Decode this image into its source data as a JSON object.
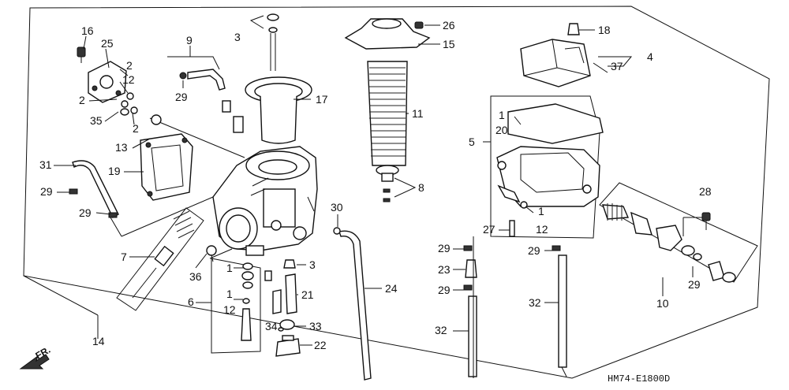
{
  "diagram": {
    "code": "HM74-E1800D",
    "direction_label": "FR.",
    "callouts": [
      {
        "id": "c16",
        "text": "16"
      },
      {
        "id": "c25",
        "text": "25"
      },
      {
        "id": "c2a",
        "text": "2"
      },
      {
        "id": "c12a",
        "text": "12"
      },
      {
        "id": "c2b",
        "text": "2"
      },
      {
        "id": "c35",
        "text": "35"
      },
      {
        "id": "c2c",
        "text": "2"
      },
      {
        "id": "c9",
        "text": "9"
      },
      {
        "id": "c29a",
        "text": "29"
      },
      {
        "id": "c3a",
        "text": "3"
      },
      {
        "id": "c17",
        "text": "17"
      },
      {
        "id": "c13",
        "text": "13"
      },
      {
        "id": "c31",
        "text": "31"
      },
      {
        "id": "c19",
        "text": "19"
      },
      {
        "id": "c29b",
        "text": "29"
      },
      {
        "id": "c29c",
        "text": "29"
      },
      {
        "id": "c7",
        "text": "7"
      },
      {
        "id": "c36",
        "text": "36"
      },
      {
        "id": "c1a",
        "text": "1"
      },
      {
        "id": "c1b",
        "text": "1"
      },
      {
        "id": "c12b",
        "text": "12"
      },
      {
        "id": "c6",
        "text": "6"
      },
      {
        "id": "c14",
        "text": "14"
      },
      {
        "id": "c26",
        "text": "26"
      },
      {
        "id": "c15",
        "text": "15"
      },
      {
        "id": "c11",
        "text": "11"
      },
      {
        "id": "c8",
        "text": "8"
      },
      {
        "id": "c30",
        "text": "30"
      },
      {
        "id": "c3b",
        "text": "3"
      },
      {
        "id": "c21",
        "text": "21"
      },
      {
        "id": "c24",
        "text": "24"
      },
      {
        "id": "c34",
        "text": "34"
      },
      {
        "id": "c33",
        "text": "33"
      },
      {
        "id": "c22",
        "text": "22"
      },
      {
        "id": "c18",
        "text": "18"
      },
      {
        "id": "c4",
        "text": "4"
      },
      {
        "id": "c37",
        "text": "37"
      },
      {
        "id": "c5",
        "text": "5"
      },
      {
        "id": "c1c",
        "text": "1"
      },
      {
        "id": "c20",
        "text": "20"
      },
      {
        "id": "c1d",
        "text": "1"
      },
      {
        "id": "c12c",
        "text": "12"
      },
      {
        "id": "c27",
        "text": "27"
      },
      {
        "id": "c28",
        "text": "28"
      },
      {
        "id": "c29d",
        "text": "29"
      },
      {
        "id": "c23",
        "text": "23"
      },
      {
        "id": "c29e",
        "text": "29"
      },
      {
        "id": "c32a",
        "text": "32"
      },
      {
        "id": "c29f",
        "text": "29"
      },
      {
        "id": "c32b",
        "text": "32"
      },
      {
        "id": "c29g",
        "text": "29"
      },
      {
        "id": "c10",
        "text": "10"
      }
    ]
  }
}
